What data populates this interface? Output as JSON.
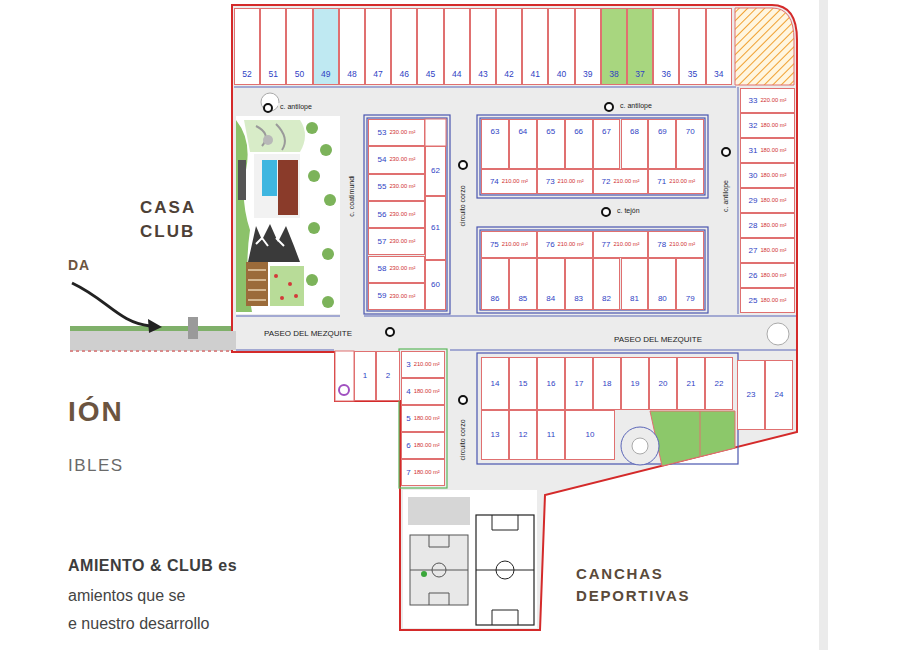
{
  "diagram": {
    "nodes": [
      {
        "text": [
          "52"
        ]
      },
      {
        "text": [
          "51"
        ]
      },
      {
        "text": [
          "50"
        ]
      },
      {
        "text": [
          "49"
        ]
      },
      {
        "text": [
          "48"
        ]
      },
      {
        "text": [
          "47"
        ]
      },
      {
        "text": [
          "46"
        ]
      },
      {
        "text": [
          "45"
        ]
      },
      {
        "text": [
          "44"
        ]
      },
      {
        "text": [
          "43"
        ]
      },
      {
        "text": [
          "42"
        ]
      },
      {
        "text": [
          "41"
        ]
      },
      {
        "text": [
          "40"
        ]
      },
      {
        "text": [
          "39"
        ]
      },
      {
        "text": [
          "38"
        ]
      },
      {
        "text": [
          "37"
        ]
      },
      {
        "text": [
          "36"
        ]
      },
      {
        "text": [
          "35"
        ]
      },
      {
        "text": [
          "34"
        ]
      },
      {
        "text": [
          "33",
          "220.00 m²"
        ]
      },
      {
        "text": [
          "32",
          "180.00 m²"
        ]
      },
      {
        "text": [
          "31",
          "180.00 m²"
        ]
      },
      {
        "text": [
          "30",
          "180.00 m²"
        ]
      },
      {
        "text": [
          "29",
          "180.00 m²"
        ]
      },
      {
        "text": [
          "28",
          "180.00 m²"
        ]
      },
      {
        "text": [
          "27",
          "180.00 m²"
        ]
      },
      {
        "text": [
          "26",
          "180.00 m²"
        ]
      },
      {
        "text": [
          "25",
          "180.00 m²"
        ]
      },
      {
        "text": [
          "53",
          "230.00 m²"
        ]
      },
      {
        "text": [
          "54",
          "230.00 m²"
        ]
      },
      {
        "text": [
          "55",
          "230.00 m²"
        ]
      },
      {
        "text": [
          "56",
          "230.00 m²"
        ]
      },
      {
        "text": [
          "57",
          "230.00 m²"
        ]
      },
      {
        "text": [
          "58",
          "230.00 m²"
        ]
      },
      {
        "text": [
          "59",
          "230.00 m²"
        ]
      },
      {
        "text": [
          "62"
        ]
      },
      {
        "text": [
          "61"
        ]
      },
      {
        "text": [
          "60"
        ]
      },
      {
        "text": [
          "63"
        ]
      },
      {
        "text": [
          "64"
        ]
      },
      {
        "text": [
          "65"
        ]
      },
      {
        "text": [
          "66"
        ]
      },
      {
        "text": [
          "67"
        ]
      },
      {
        "text": [
          "68"
        ]
      },
      {
        "text": [
          "69"
        ]
      },
      {
        "text": [
          "70"
        ]
      },
      {
        "text": [
          "74",
          "210.00 m²"
        ]
      },
      {
        "text": [
          "73",
          "210.00 m²"
        ]
      },
      {
        "text": [
          "72",
          "210.00 m²"
        ]
      },
      {
        "text": [
          "71",
          "210.00 m²"
        ]
      },
      {
        "text": [
          "75",
          "210.00 m²"
        ]
      },
      {
        "text": [
          "76",
          "210.00 m²"
        ]
      },
      {
        "text": [
          "77",
          "210.00 m²"
        ]
      },
      {
        "text": [
          "78",
          "210.00 m²"
        ]
      },
      {
        "text": [
          "86"
        ]
      },
      {
        "text": [
          "85"
        ]
      },
      {
        "text": [
          "84"
        ]
      },
      {
        "text": [
          "83"
        ]
      },
      {
        "text": [
          "82"
        ]
      },
      {
        "text": [
          "81"
        ]
      },
      {
        "text": [
          "80"
        ]
      },
      {
        "text": [
          "79"
        ]
      },
      {
        "text": [
          "1"
        ]
      },
      {
        "text": [
          "2"
        ]
      },
      {
        "text": [
          "3",
          "210.00 m²"
        ]
      },
      {
        "text": [
          "4",
          "180.00 m²"
        ]
      },
      {
        "text": [
          "5",
          "180.00 m²"
        ]
      },
      {
        "text": [
          "6",
          "180.00 m²"
        ]
      },
      {
        "text": [
          "7",
          "180.00 m²"
        ]
      },
      {
        "text": [
          "14"
        ]
      },
      {
        "text": [
          "15"
        ]
      },
      {
        "text": [
          "16"
        ]
      },
      {
        "text": [
          "17"
        ]
      },
      {
        "text": [
          "18"
        ]
      },
      {
        "text": [
          "19"
        ]
      },
      {
        "text": [
          "20"
        ]
      },
      {
        "text": [
          "21"
        ]
      },
      {
        "text": [
          "22"
        ]
      },
      {
        "text": [
          "13"
        ]
      },
      {
        "text": [
          "12"
        ]
      },
      {
        "text": [
          "11"
        ]
      },
      {
        "text": [
          "10"
        ]
      },
      {
        "text": [
          "23"
        ]
      },
      {
        "text": [
          "24"
        ]
      }
    ],
    "labels": [
      "CASA CLUB",
      "DA",
      "PASEO DEL MEZQUITE",
      "PASEO DEL MEZQUITE",
      "c. antilope",
      "c. antilope",
      "c. antilope",
      "c. tejón",
      "circuito corzo",
      "circuito corzo",
      "c. coatimundi",
      "IÓN",
      "IBLES",
      "AMIENTO & CLUB es",
      "amientos que se",
      "e nuestro desarrollo",
      "CANCHAS DEPORTIVAS"
    ]
  }
}
